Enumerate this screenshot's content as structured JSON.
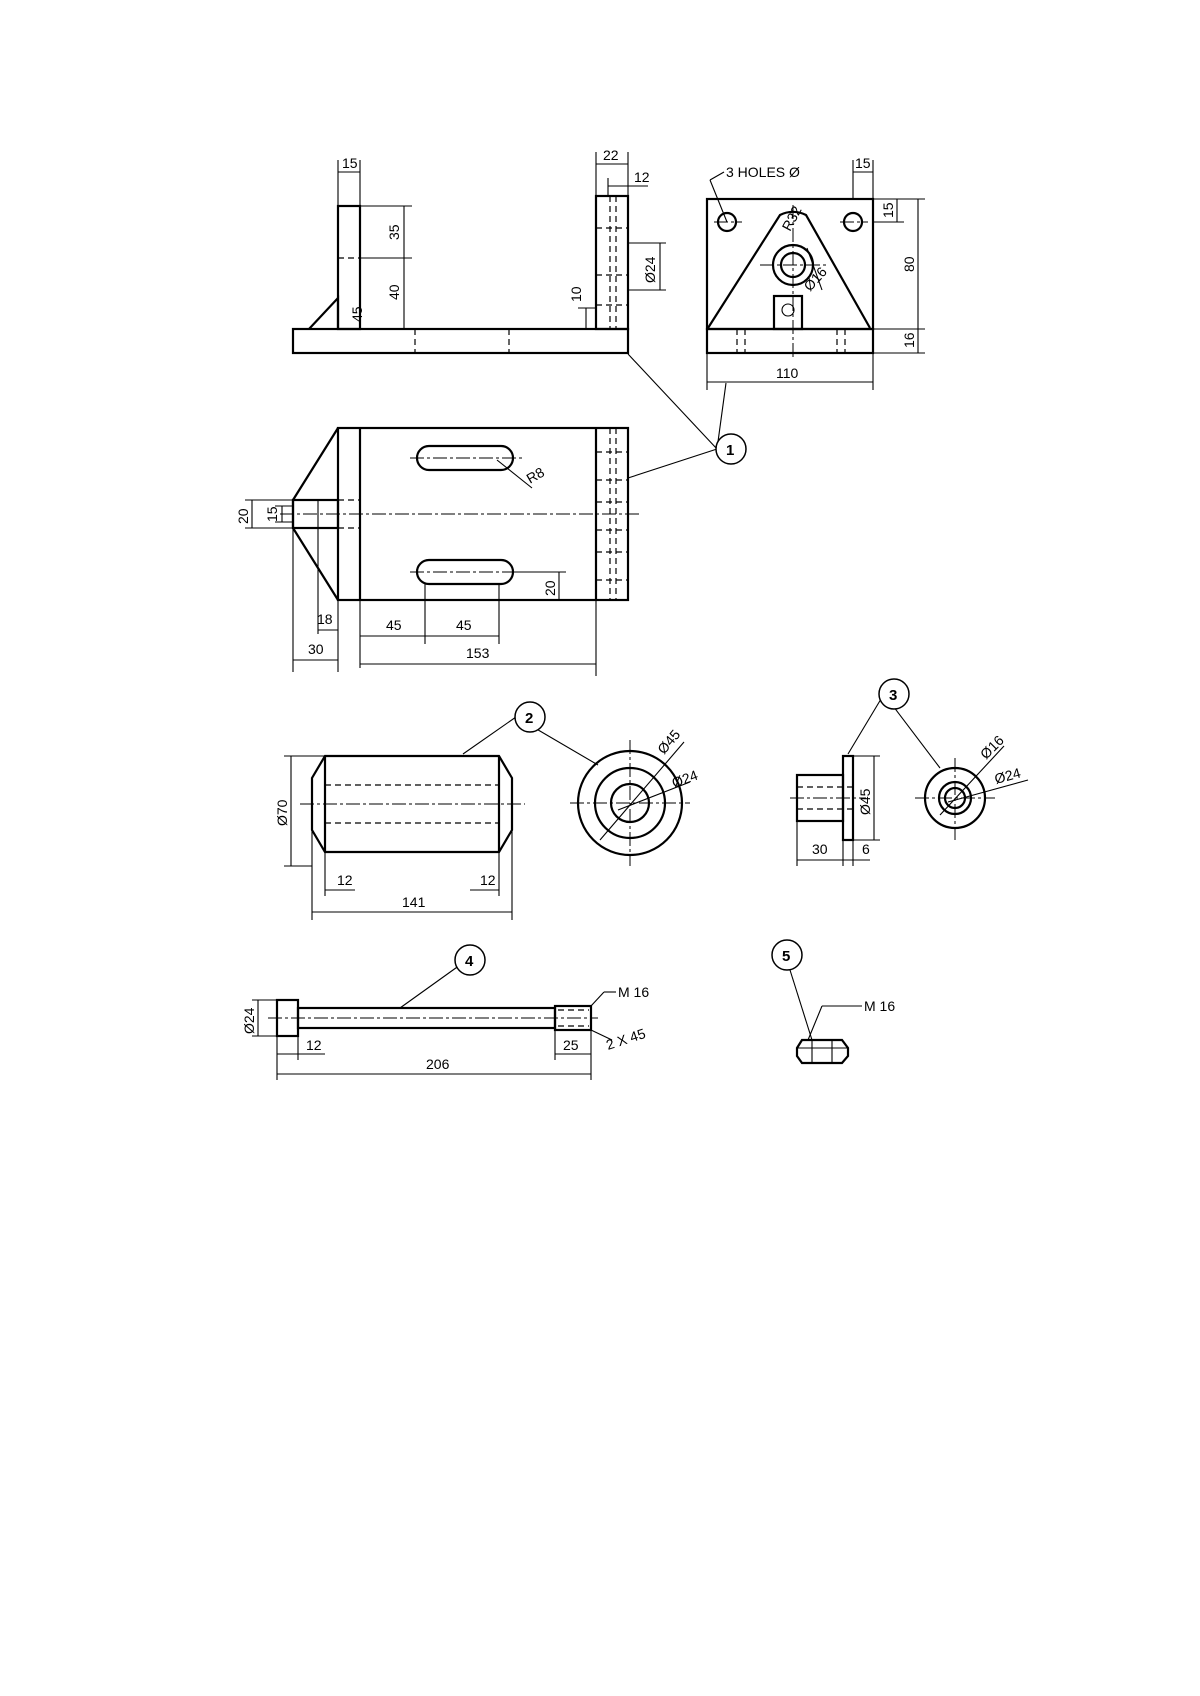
{
  "notes": {
    "holes": "3 HOLES Ø",
    "thread_rod": "M 16",
    "thread_nut": "M 16",
    "chamfer": "2 X 45"
  },
  "balloons": [
    "1",
    "2",
    "3",
    "4",
    "5"
  ],
  "part1": {
    "front": {
      "d15": "15",
      "d22": "22",
      "d12": "12",
      "d35": "35",
      "d40": "40",
      "d45": "45",
      "d24": "Ø24",
      "d10": "10"
    },
    "side": {
      "d15_top": "15",
      "d15_right": "15",
      "d80": "80",
      "d16": "16",
      "d110": "110",
      "r": "R32",
      "bore": "Ø16"
    },
    "plan": {
      "d20": "20",
      "d15": "15",
      "d18": "18",
      "d30": "30",
      "d45a": "45",
      "d45b": "45",
      "d153": "153",
      "d20b": "20",
      "r8": "R8"
    }
  },
  "part2": {
    "d70": "Ø70",
    "d12a": "12",
    "d12b": "12",
    "d141": "141",
    "d45": "Ø45",
    "d24": "Ø24"
  },
  "part3": {
    "d45": "Ø45",
    "d30": "30",
    "d6": "6",
    "d16": "Ø16",
    "d24": "Ø24"
  },
  "part4": {
    "d24": "Ø24",
    "d12": "12",
    "d206": "206",
    "d25": "25"
  }
}
